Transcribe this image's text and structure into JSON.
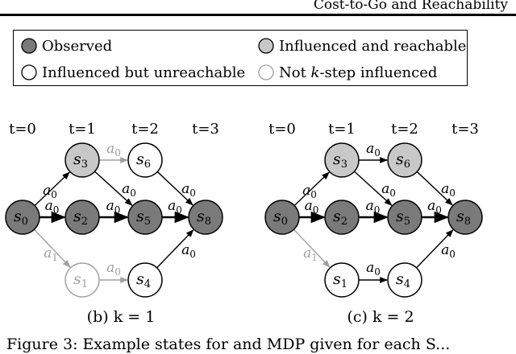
{
  "header": {
    "text": "Cost-to-Go and Reachability"
  },
  "legend": {
    "observed": "Observed",
    "influenced_reachable": "Influenced and reachable",
    "influenced_unreachable": "Influenced but unreachable",
    "not_influenced_prefix": "Not ",
    "not_influenced_k": "k",
    "not_influenced_suffix": "-step influenced"
  },
  "colors": {
    "observed": "#7a7a7a",
    "reachable": "#c8c8c8",
    "unreachable": "#ffffff",
    "not_influenced": "#a0a0a0"
  },
  "time_labels": [
    "t=0",
    "t=1",
    "t=2",
    "t=3"
  ],
  "panels": [
    {
      "caption": "(b) k = 1",
      "states": [
        {
          "id": "s0",
          "label": "s",
          "sub": "0",
          "status": "observed"
        },
        {
          "id": "s3",
          "label": "s",
          "sub": "3",
          "status": "reachable"
        },
        {
          "id": "s2",
          "label": "s",
          "sub": "2",
          "status": "observed"
        },
        {
          "id": "s1",
          "label": "s",
          "sub": "1",
          "status": "not_influenced"
        },
        {
          "id": "s6",
          "label": "s",
          "sub": "6",
          "status": "unreachable"
        },
        {
          "id": "s5",
          "label": "s",
          "sub": "5",
          "status": "observed"
        },
        {
          "id": "s4",
          "label": "s",
          "sub": "4",
          "status": "unreachable"
        },
        {
          "id": "s8",
          "label": "s",
          "sub": "8",
          "status": "observed"
        }
      ],
      "edges": [
        {
          "from": "s0",
          "to": "s3",
          "action": "a",
          "sub": "0",
          "style": "normal"
        },
        {
          "from": "s0",
          "to": "s2",
          "action": "a",
          "sub": "0",
          "style": "bold"
        },
        {
          "from": "s0",
          "to": "s1",
          "action": "a",
          "sub": "1",
          "style": "gray"
        },
        {
          "from": "s3",
          "to": "s6",
          "action": "a",
          "sub": "0",
          "style": "gray"
        },
        {
          "from": "s3",
          "to": "s5",
          "action": "a",
          "sub": "0",
          "style": "normal"
        },
        {
          "from": "s2",
          "to": "s5",
          "action": "a",
          "sub": "0",
          "style": "bold"
        },
        {
          "from": "s1",
          "to": "s4",
          "action": "a",
          "sub": "0",
          "style": "gray"
        },
        {
          "from": "s6",
          "to": "s8",
          "action": "a",
          "sub": "0",
          "style": "normal"
        },
        {
          "from": "s5",
          "to": "s8",
          "action": "a",
          "sub": "0",
          "style": "bold"
        },
        {
          "from": "s4",
          "to": "s8",
          "action": "a",
          "sub": "0",
          "style": "normal"
        }
      ]
    },
    {
      "caption": "(c) k = 2",
      "states": [
        {
          "id": "s0",
          "label": "s",
          "sub": "0",
          "status": "observed"
        },
        {
          "id": "s3",
          "label": "s",
          "sub": "3",
          "status": "reachable"
        },
        {
          "id": "s2",
          "label": "s",
          "sub": "2",
          "status": "observed"
        },
        {
          "id": "s1",
          "label": "s",
          "sub": "1",
          "status": "unreachable"
        },
        {
          "id": "s6",
          "label": "s",
          "sub": "6",
          "status": "reachable"
        },
        {
          "id": "s5",
          "label": "s",
          "sub": "5",
          "status": "observed"
        },
        {
          "id": "s4",
          "label": "s",
          "sub": "4",
          "status": "unreachable"
        },
        {
          "id": "s8",
          "label": "s",
          "sub": "8",
          "status": "observed"
        }
      ],
      "edges": [
        {
          "from": "s0",
          "to": "s3",
          "action": "a",
          "sub": "0",
          "style": "normal"
        },
        {
          "from": "s0",
          "to": "s2",
          "action": "a",
          "sub": "0",
          "style": "bold"
        },
        {
          "from": "s0",
          "to": "s1",
          "action": "a",
          "sub": "1",
          "style": "gray"
        },
        {
          "from": "s3",
          "to": "s6",
          "action": "a",
          "sub": "0",
          "style": "normal"
        },
        {
          "from": "s3",
          "to": "s5",
          "action": "a",
          "sub": "0",
          "style": "normal"
        },
        {
          "from": "s2",
          "to": "s5",
          "action": "a",
          "sub": "0",
          "style": "bold"
        },
        {
          "from": "s1",
          "to": "s4",
          "action": "a",
          "sub": "0",
          "style": "normal"
        },
        {
          "from": "s6",
          "to": "s8",
          "action": "a",
          "sub": "0",
          "style": "normal"
        },
        {
          "from": "s5",
          "to": "s8",
          "action": "a",
          "sub": "0",
          "style": "bold"
        },
        {
          "from": "s4",
          "to": "s8",
          "action": "a",
          "sub": "0",
          "style": "normal"
        }
      ]
    }
  ],
  "figure_caption": "Figure 3: Example states for and MDP given for each S..."
}
